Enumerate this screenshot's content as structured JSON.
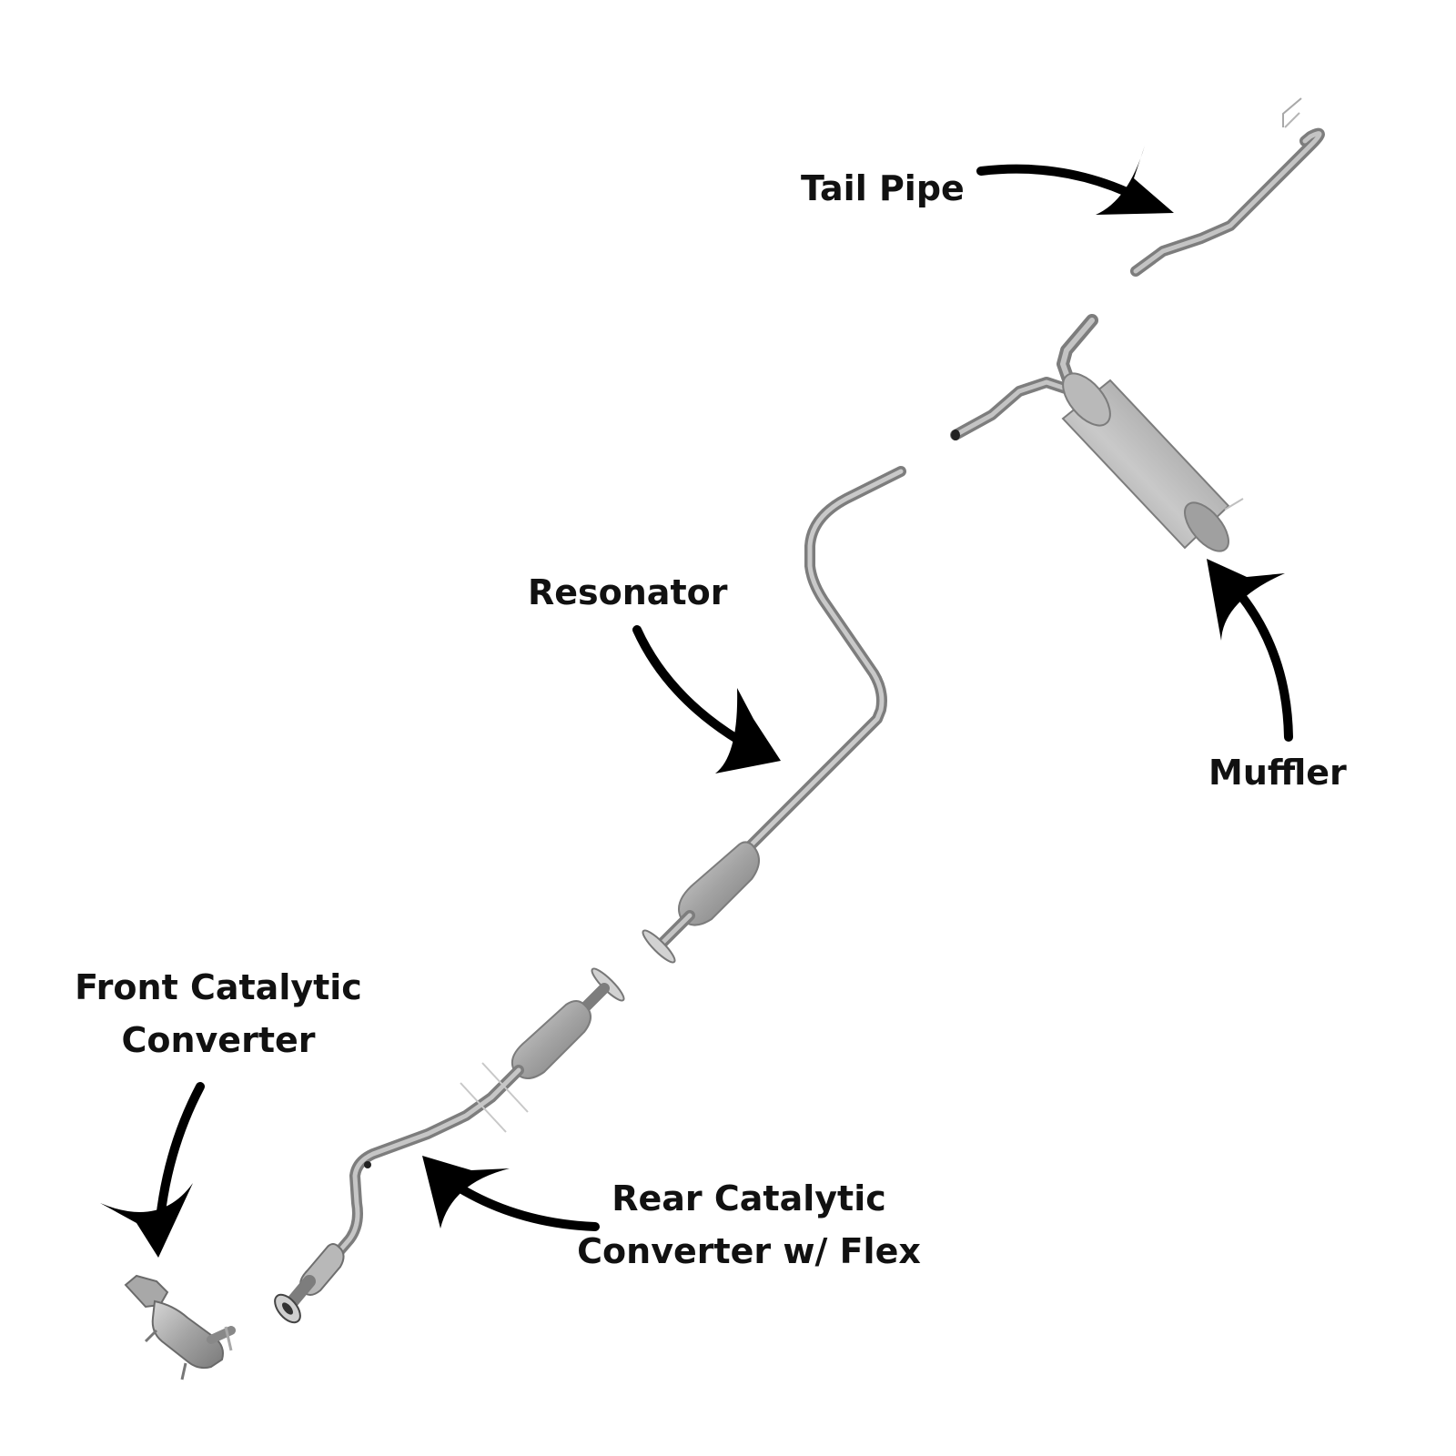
{
  "labels": {
    "tail_pipe": "Tail Pipe",
    "resonator": "Resonator",
    "muffler": "Muffler",
    "front_cat": {
      "line1": "Front Catalytic",
      "line2": "Converter"
    },
    "rear_cat": {
      "line1": "Rear Catalytic",
      "line2": "Converter w/ Flex"
    }
  },
  "colors": {
    "pipe": "#9a9a9a",
    "pipe_highlight": "#cfcfcf",
    "pipe_shadow": "#6f6f6f",
    "arrow": "#000000",
    "text": "#111111",
    "background": "#ffffff"
  }
}
